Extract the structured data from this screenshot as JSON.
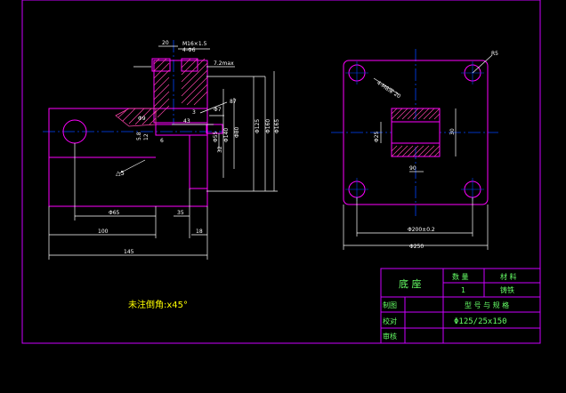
{
  "colors": {
    "background": "#000000",
    "frame": "#cc00ff",
    "part_outline": "#ff00ff",
    "dimension": "#ffffff",
    "dimension_alt": "#00ff00",
    "centerline": "#0044ff",
    "hatch": "#ff44aa",
    "text_yellow": "#ffff00",
    "text_green": "#66ff66"
  },
  "left_view": {
    "dims_top": [
      "20",
      "M16×1.5",
      "4-Φ6",
      "7.2max"
    ],
    "dims_mid": [
      "43",
      "3",
      "Φ7",
      "87"
    ],
    "dims_right": [
      "Φ125",
      "Φ160",
      "Φ165"
    ],
    "dims_inner": [
      "Φ140",
      "Φ80",
      "Φ55"
    ],
    "dims_small": [
      "32",
      "5.8",
      "12",
      "6",
      "Φ9"
    ],
    "surface_finish": "△5",
    "dims_bottom": [
      "Φ65",
      "35",
      "18"
    ],
    "dims_total": [
      "100",
      "145"
    ]
  },
  "right_view": {
    "corner_dim": "R5",
    "hole_note": "4-M8深 20",
    "dims_center": [
      "Φ25",
      "30",
      "90"
    ],
    "dims_bottom": [
      "Φ200±0.2",
      "Φ250"
    ]
  },
  "note": "未注倒角:x45°",
  "title_block": {
    "name": "底 座",
    "qty_label": "数 量",
    "qty_value": "1",
    "material_label": "材 料",
    "material_value": "铸铁",
    "row1_label": "制图",
    "row2_label": "校对",
    "row3_label": "审核",
    "model_label": "型 号 与 规 格",
    "model_value": "Φ125/25x150"
  }
}
